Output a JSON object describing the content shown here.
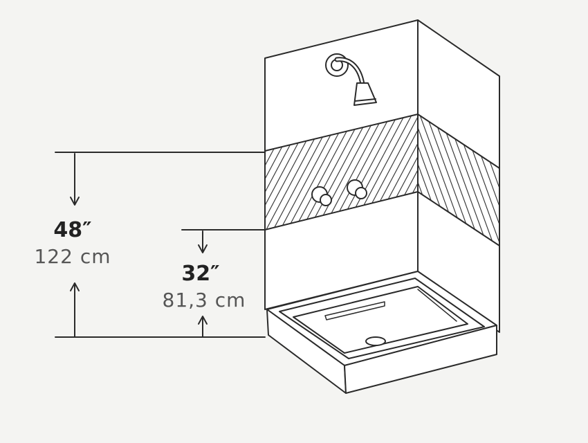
{
  "dimensions": {
    "tile_band": {
      "imperial": "48″",
      "metric": "122 cm"
    },
    "valve": {
      "imperial": "32″",
      "metric": "81,3 cm"
    }
  },
  "colors": {
    "background": "#f4f4f2",
    "line": "#2a2a2a",
    "wall": "#ffffff",
    "metric_text": "#555555"
  },
  "icons": [
    "shower-head-icon",
    "faucet-handle-icon",
    "drain-icon"
  ]
}
